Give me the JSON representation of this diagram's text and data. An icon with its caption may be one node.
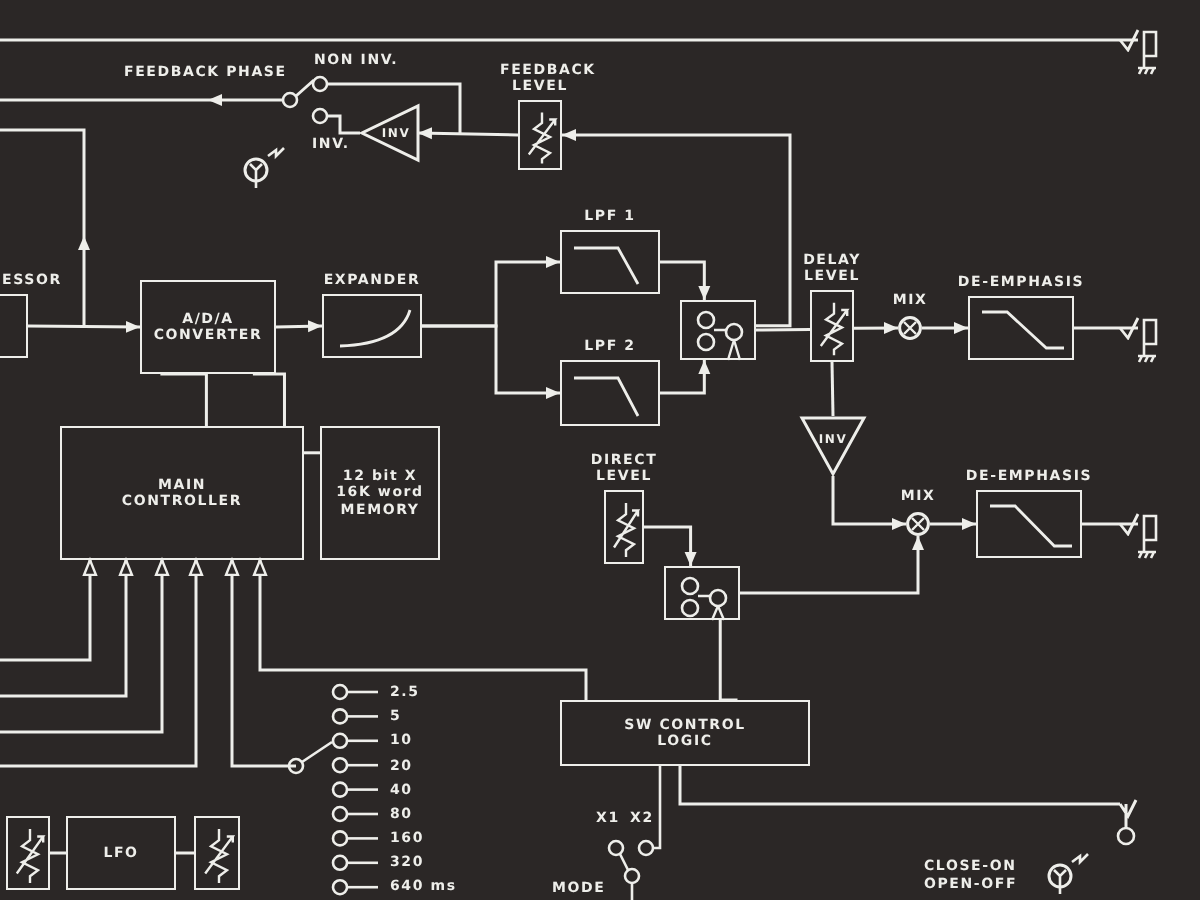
{
  "diagram": {
    "nodes": [
      {
        "text": [
          "ESSOR"
        ]
      },
      {
        "text": [
          "A/D/A CONVERTER"
        ]
      },
      {
        "text": [
          "EXPANDER"
        ]
      },
      {
        "text": [
          "LPF 1"
        ]
      },
      {
        "text": [
          "LPF 2"
        ]
      },
      {
        "text": [],
        "shape": "box"
      },
      {
        "text": [
          "DELAY LEVEL"
        ]
      },
      {
        "text": [
          "MIX"
        ]
      },
      {
        "text": [
          "DE-EMPHASIS"
        ]
      },
      {
        "text": [
          "FEEDBACK LEVEL"
        ]
      },
      {
        "text": [
          "INV"
        ]
      },
      {
        "text": [
          "MAIN CONTROLLER"
        ]
      },
      {
        "text": [
          "12 bit X 16K word MEMORY"
        ]
      },
      {
        "text": [
          "DIRECT LEVEL"
        ]
      },
      {
        "text": [],
        "shape": "box"
      },
      {
        "text": [
          "INV"
        ]
      },
      {
        "text": [
          "MIX"
        ]
      },
      {
        "text": [
          "DE-EMPHASIS"
        ]
      },
      {
        "text": [
          "SW CONTROL LOGIC"
        ]
      },
      {
        "text": [],
        "shape": "box"
      },
      {
        "text": [
          "LFO"
        ]
      },
      {
        "text": [],
        "shape": "box"
      },
      {
        "text": [],
        "shape": "picture"
      },
      {
        "text": [],
        "shape": "picture"
      },
      {
        "text": [],
        "shape": "picture"
      }
    ],
    "edges": [
      {
        "from": 0,
        "to": 1,
        "arrow": "to"
      },
      {
        "from": 1,
        "to": 2,
        "arrow": "to"
      },
      {
        "from": 2,
        "to": 3,
        "arrow": "to"
      },
      {
        "from": 2,
        "to": 4,
        "arrow": "to"
      },
      {
        "from": 3,
        "to": 5,
        "arrow": "to"
      },
      {
        "from": 4,
        "to": 5,
        "arrow": "to"
      },
      {
        "from": 5,
        "to": 6,
        "arrow": "none"
      },
      {
        "from": 6,
        "to": 7,
        "arrow": "to"
      },
      {
        "from": 7,
        "to": 8,
        "arrow": "to"
      },
      {
        "from": 5,
        "to": 9,
        "arrow": "to"
      },
      {
        "from": 9,
        "to": 10,
        "arrow": "to"
      },
      {
        "from": 1,
        "to": 11,
        "arrow": "none"
      },
      {
        "from": 1,
        "to": 11,
        "arrow": "none"
      },
      {
        "from": 11,
        "to": 12,
        "arrow": "none"
      },
      {
        "from": 13,
        "to": 14,
        "arrow": "to"
      },
      {
        "from": 14,
        "to": 16,
        "arrow": "to"
      },
      {
        "from": 15,
        "to": 16,
        "arrow": "to"
      },
      {
        "from": 16,
        "to": 17,
        "arrow": "to"
      },
      {
        "from": 6,
        "to": 15,
        "arrow": "none"
      },
      {
        "from": 18,
        "to": 14,
        "arrow": "none"
      },
      {
        "from": 20,
        "to": 19,
        "arrow": "none"
      },
      {
        "from": 20,
        "to": 21,
        "arrow": "none"
      },
      {
        "from": null,
        "to": 11,
        "arrow": "to"
      },
      {
        "from": null,
        "to": 11,
        "arrow": "to"
      },
      {
        "from": null,
        "to": 11,
        "arrow": "to"
      },
      {
        "from": null,
        "to": 11,
        "arrow": "to"
      },
      {
        "from": null,
        "to": 11,
        "arrow": "to"
      },
      {
        "from": 18,
        "to": 11,
        "arrow": "to"
      },
      {
        "from": null,
        "to": 22,
        "arrow": "other"
      },
      {
        "from": 8,
        "to": 23,
        "arrow": "other"
      },
      {
        "from": 17,
        "to": 24,
        "arrow": "other"
      }
    ],
    "labels": [
      "FEEDBACK PHASE",
      "NON INV.",
      "INV.",
      "2.5",
      "5",
      "10",
      "20",
      "40",
      "80",
      "160",
      "320",
      "640 ms",
      "X1",
      "X2",
      "MODE",
      "CLOSE-ON OPEN-OFF"
    ]
  }
}
